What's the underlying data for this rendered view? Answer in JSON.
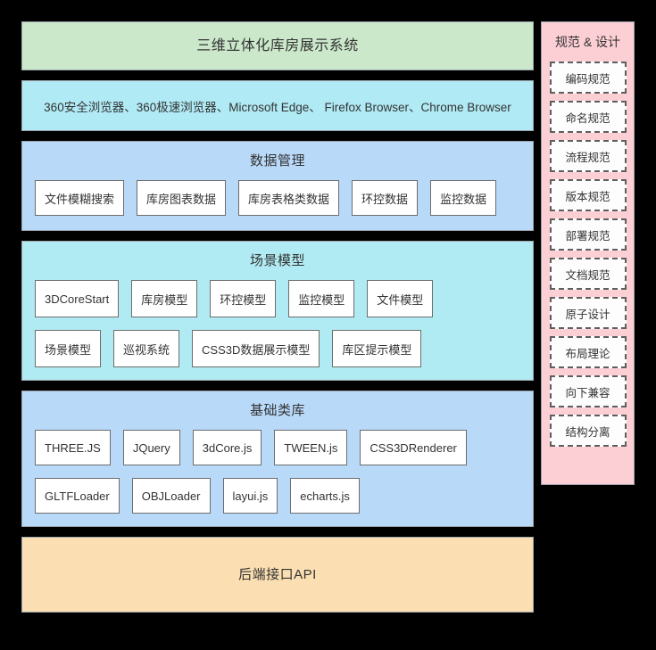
{
  "title_banner": {
    "text": "三维立体化库房展示系统"
  },
  "browsers": {
    "text": "360安全浏览器、360极速浏览器、Microsoft Edge、 Firefox Browser、Chrome Browser"
  },
  "data_management": {
    "title": "数据管理",
    "items": [
      "文件模糊搜索",
      "库房图表数据",
      "库房表格类数据",
      "环控数据",
      "监控数据"
    ]
  },
  "scene_model": {
    "title": "场景模型",
    "row1": [
      "3DCoreStart",
      "库房模型",
      "环控模型",
      "监控模型",
      "文件模型"
    ],
    "row2": [
      "场景模型",
      "巡视系统",
      "CSS3D数据展示模型",
      "库区提示模型"
    ]
  },
  "base_library": {
    "title": "基础类库",
    "row1": [
      "THREE.JS",
      "JQuery",
      "3dCore.js",
      "TWEEN.js",
      "CSS3DRenderer"
    ],
    "row2": [
      "GLTFLoader",
      "OBJLoader",
      "layui.js",
      "echarts.js"
    ]
  },
  "api_band": {
    "text": "后端接口API"
  },
  "spec_panel": {
    "title": "规范 & 设计",
    "items": [
      "编码规范",
      "命名规范",
      "流程规范",
      "版本规范",
      "部署规范",
      "文档规范",
      "原子设计",
      "布局理论",
      "向下兼容",
      "结构分离"
    ]
  },
  "colors": {
    "background": "#000000",
    "title_green": "#cbe8cb",
    "browser_cyan": "#b0eaf5",
    "panel_blue": "#b8d9f8",
    "scene_cyan": "#b0eaf2",
    "api_orange": "#fbdfb2",
    "spec_pink": "#fccfd5"
  }
}
